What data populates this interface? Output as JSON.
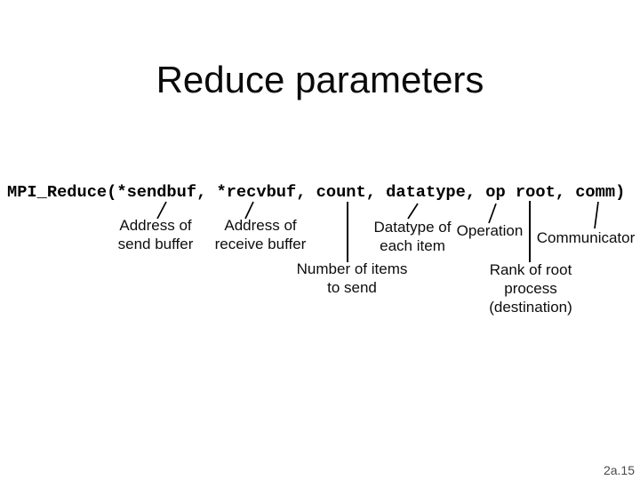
{
  "slide": {
    "title": "Reduce parameters",
    "page_number": "2a.15"
  },
  "code_line": "MPI_Reduce(*sendbuf, *recvbuf, count, datatype, op root, comm)",
  "annotations": [
    {
      "param": "sendbuf",
      "label": "Address of\nsend buffer"
    },
    {
      "param": "recvbuf",
      "label": "Address of\nreceive buffer"
    },
    {
      "param": "count",
      "label": "Number of items\nto send"
    },
    {
      "param": "datatype",
      "label": "Datatype of\neach item"
    },
    {
      "param": "op",
      "label": "Operation"
    },
    {
      "param": "root",
      "label": "Rank of root\nprocess (destination)"
    },
    {
      "param": "comm",
      "label": "Communicator"
    }
  ],
  "colors": {
    "background": "#ffffff",
    "text": "#000000",
    "page_number": "#4a4a4a"
  }
}
